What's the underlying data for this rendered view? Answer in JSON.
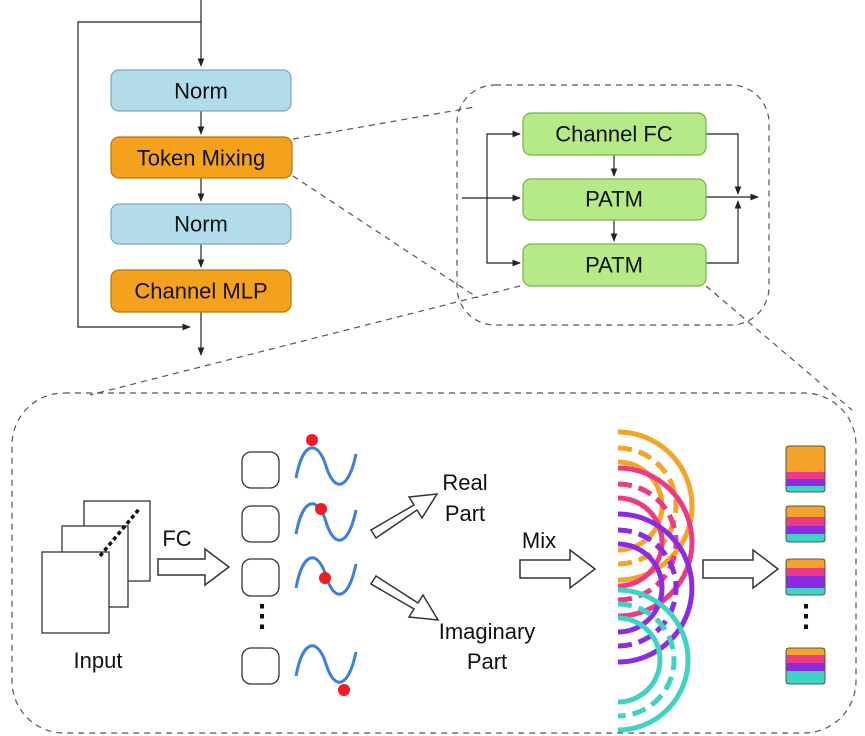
{
  "block": {
    "norm_1": "Norm",
    "token_mixing": "Token Mixing",
    "norm_2": "Norm",
    "channel_mlp": "Channel MLP"
  },
  "mixing": {
    "channel_fc": "Channel FC",
    "patm_1": "PATM",
    "patm_2": "PATM"
  },
  "patm_detail": {
    "input": "Input",
    "fc": "FC",
    "real_part": [
      "Real",
      "Part"
    ],
    "imaginary_part": [
      "Imaginary",
      "Part"
    ],
    "mix": "Mix",
    "ellipsis": "⋮"
  },
  "colors": {
    "norm_fill": "#b3dceb",
    "orange_fill": "#f4a11d",
    "green_fill": "#b6ea86",
    "sine": "#3d7fd9",
    "dot": "#ee1c24",
    "arc_orange": "#f4a42a",
    "arc_pink": "#ea3b84",
    "arc_purple": "#8b2be2",
    "arc_teal": "#3fd3c3"
  }
}
